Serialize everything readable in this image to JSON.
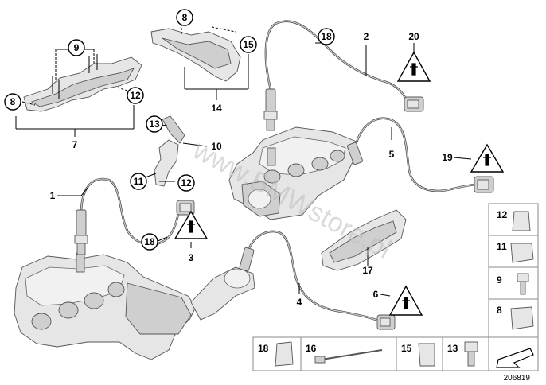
{
  "diagram": {
    "watermark": "www.BMWstore.pl",
    "reference_number": "206819",
    "callouts": {
      "c1": "1",
      "c2": "2",
      "c3": "3",
      "c4": "4",
      "c5": "5",
      "c6": "6",
      "c7": "7",
      "c8a": "8",
      "c8b": "8",
      "c9": "9",
      "c10": "10",
      "c11": "11",
      "c12a": "12",
      "c12b": "12",
      "c13": "13",
      "c14": "14",
      "c15": "15",
      "c17": "17",
      "c18a": "18",
      "c18b": "18",
      "c19": "19",
      "c20": "20"
    },
    "side_panel": {
      "s12": "12",
      "s11": "11",
      "s9": "9",
      "s8": "8"
    },
    "bottom_panel": {
      "b18": "18",
      "b16": "16",
      "b15": "15",
      "b13": "13"
    }
  }
}
